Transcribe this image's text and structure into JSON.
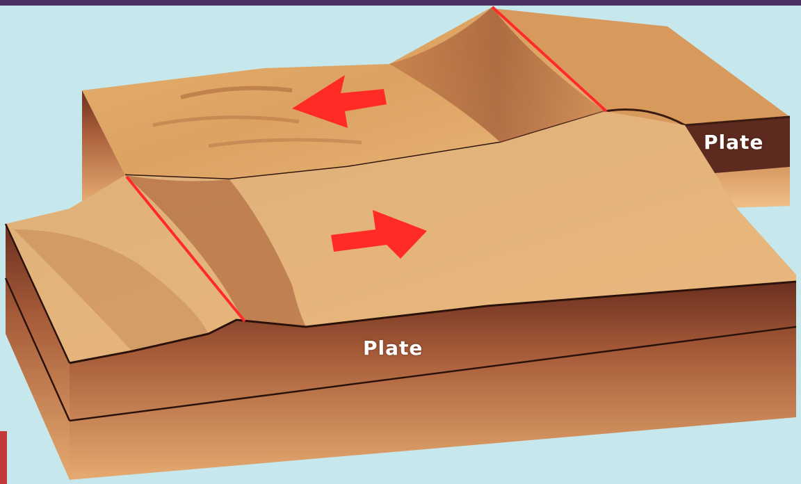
{
  "labels": {
    "plate_right": "Plate",
    "plate_front": "Plate"
  },
  "colors": {
    "background": "#c6e7ec",
    "frame_top": "#4a3266",
    "frame_left": "#c23a3a",
    "plate_surface_light": "#e8b474",
    "plate_surface_mid": "#c98a4e",
    "plate_side_dark": "#5a2a1e",
    "plate_side_light": "#e1a66c",
    "fault_line": "#ff2a2a",
    "arrow": "#ff2b24"
  },
  "arrows": [
    {
      "direction": "left"
    },
    {
      "direction": "right"
    }
  ]
}
